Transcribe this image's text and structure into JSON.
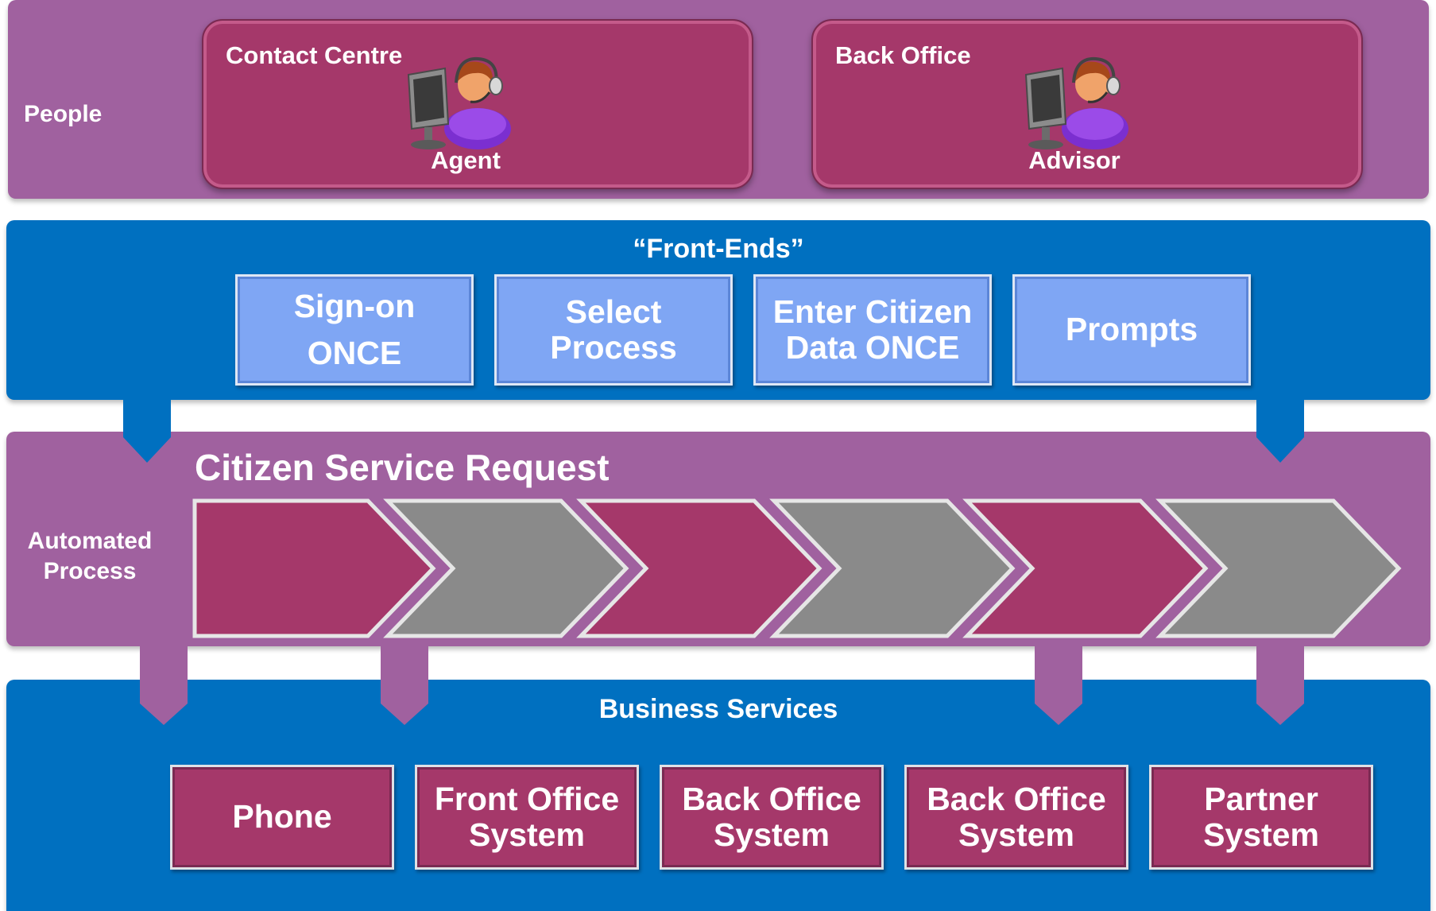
{
  "layers": {
    "people": "People",
    "front_ends": "“Front-Ends”",
    "automated_process": "Automated Process",
    "automated_process_line1": "Automated",
    "automated_process_line2": "Process",
    "business_services": "Business Services"
  },
  "people": {
    "contact_centre": {
      "title": "Contact Centre",
      "role": "Agent",
      "icon": "agent-at-computer-icon"
    },
    "back_office": {
      "title": "Back Office",
      "role": "Advisor",
      "icon": "advisor-at-computer-icon"
    }
  },
  "front_ends": {
    "items": [
      {
        "line1": "Sign-on",
        "line2": "ONCE"
      },
      {
        "line1": "Select",
        "line2": "Process"
      },
      {
        "line1": "Enter Citizen",
        "line2": "Data ONCE"
      },
      {
        "line1": "Prompts",
        "line2": ""
      }
    ]
  },
  "process": {
    "title": "Citizen Service Request",
    "steps": 6,
    "step_colors": [
      "#a5386a",
      "#8a8a8a",
      "#a5386a",
      "#8a8a8a",
      "#a5386a",
      "#8a8a8a"
    ]
  },
  "business_services": {
    "items": [
      {
        "line1": "Phone",
        "line2": ""
      },
      {
        "line1": "Front Office",
        "line2": "System"
      },
      {
        "line1": "Back Office",
        "line2": "System"
      },
      {
        "line1": "Back Office",
        "line2": "System"
      },
      {
        "line1": "Partner",
        "line2": "System"
      }
    ]
  },
  "colors": {
    "purple_band": "#a0619f",
    "blue_band": "#0070c0",
    "magenta_box": "#a5386a",
    "light_blue_box": "#7fa6f4",
    "grey_chevron": "#8a8a8a"
  }
}
